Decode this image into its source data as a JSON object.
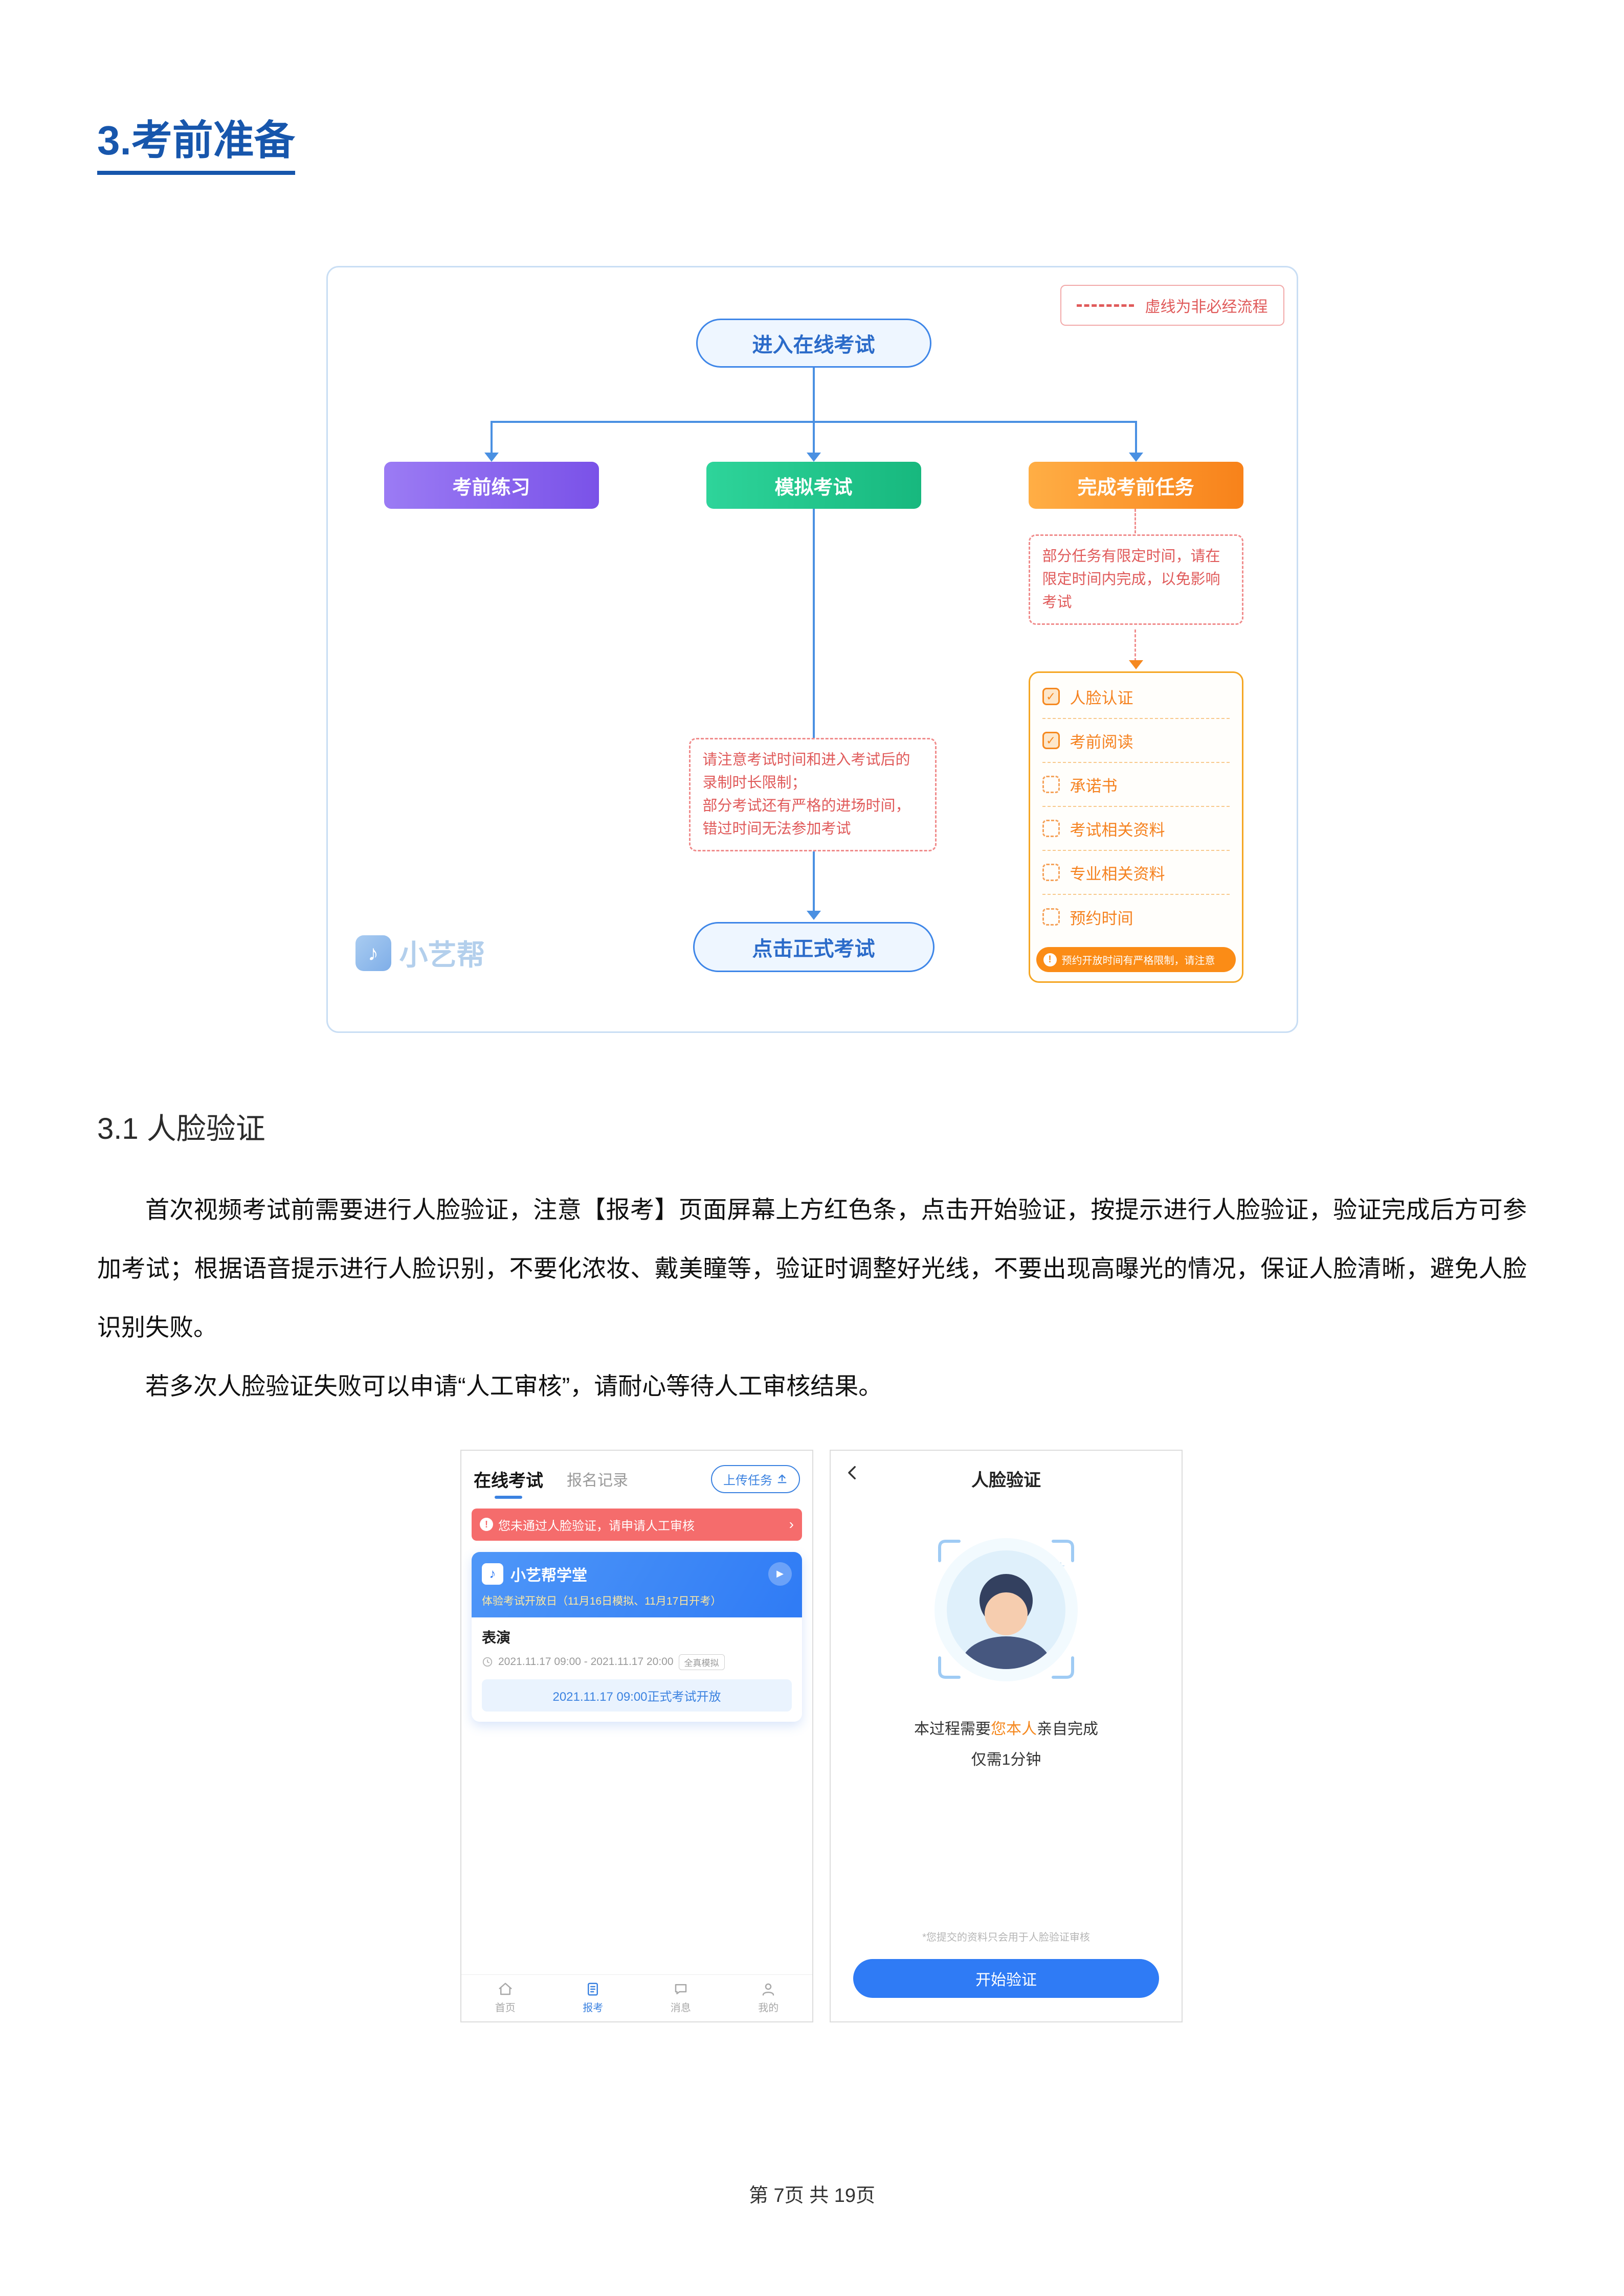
{
  "page": {
    "heading": "3.考前准备",
    "section_heading": "3.1 人脸验证",
    "paragraph1": "首次视频考试前需要进行人脸验证，注意【报考】页面屏幕上方红色条，点击开始验证，按提示进行人脸验证，验证完成后方可参加考试；根据语音提示进行人脸识别，不要化浓妆、戴美瞳等，验证时调整好光线，不要出现高曝光的情况，保证人脸清晰，避免人脸识别失败。",
    "paragraph2": "若多次人脸验证失败可以申请“人工审核”，请耐心等待人工审核结果。",
    "footer": "第 7页 共 19页"
  },
  "colors": {
    "heading_blue": "#1756AC",
    "flow_line_blue": "#4A90E2",
    "practice_purple": "#7A52E8",
    "mock_green": "#1FC08B",
    "tasks_orange": "#FB8C16",
    "note_red": "#E05B5B",
    "alert_red": "#F56C6C",
    "app_blue": "#2F7BF5"
  },
  "flowchart": {
    "legend_label": "虚线为非必经流程",
    "start_label": "进入在线考试",
    "branch_practice": "考前练习",
    "branch_mock": "模拟考试",
    "branch_tasks": "完成考前任务",
    "tasks_note": "部分任务有限定时间，请在限定时间内完成，以免影响考试",
    "time_note": "请注意考试时间和进入考试后的\n录制时长限制；\n部分考试还有严格的进场时间，\n错过时间无法参加考试",
    "tasks": [
      {
        "label": "人脸认证",
        "checked": true
      },
      {
        "label": "考前阅读",
        "checked": true
      },
      {
        "label": "承诺书",
        "checked": false
      },
      {
        "label": "考试相关资料",
        "checked": false
      },
      {
        "label": "专业相关资料",
        "checked": false
      },
      {
        "label": "预约时间",
        "checked": false
      }
    ],
    "tasks_badge": "预约开放时间有严格限制，请注意",
    "end_label": "点击正式考试",
    "watermark": "小艺帮"
  },
  "phone_left": {
    "tab_online_exam": "在线考试",
    "tab_registration": "报名记录",
    "upload_button": "上传任务",
    "alert_text": "您未通过人脸验证，请申请人工审核",
    "alert_chevron": "›",
    "card_title": "小艺帮学堂",
    "card_subtitle": "体验考试开放日（11月16日模拟、11月17日开考）",
    "exam_name": "表演",
    "exam_time": "2021.11.17 09:00 - 2021.11.17 20:00",
    "exam_tag": "全真模拟",
    "exam_open_text": "2021.11.17 09:00正式考试开放",
    "nav_items": [
      {
        "label": "首页"
      },
      {
        "label": "报考"
      },
      {
        "label": "消息"
      },
      {
        "label": "我的"
      }
    ]
  },
  "phone_right": {
    "title": "人脸验证",
    "instruction_prefix": "本过程需要",
    "instruction_highlight": "您本人",
    "instruction_suffix": "亲自完成",
    "instruction_line2": "仅需1分钟",
    "privacy_note": "*您提交的资料只会用于人脸验证审核",
    "start_button": "开始验证"
  }
}
